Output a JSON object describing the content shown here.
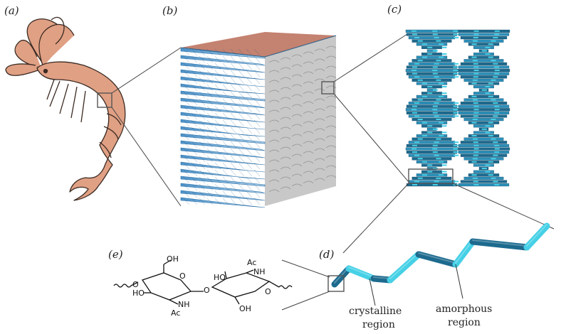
{
  "panels": {
    "a": "(a)",
    "b": "(b)",
    "c": "(c)",
    "d": "(d)",
    "e": "(e)"
  },
  "callouts": {
    "crystalline_line1": "crystalline",
    "crystalline_line2": "region",
    "amorphous_line1": "amorphous",
    "amorphous_line2": "region"
  },
  "chem_labels": {
    "oh_1": "OH",
    "ho_1": "HO",
    "o_ring_1": "O",
    "o_link_left": "O",
    "nh_1": "NH",
    "ac_1": "Ac",
    "o_bridge": "O",
    "ho_2": "HO",
    "o_ring_2": "O",
    "nh_2": "NH",
    "ac_2": "Ac",
    "oh_2": "OH"
  },
  "colors": {
    "shrimp": "#e0a084",
    "block_top": "#c48270",
    "block_side": "#c8c8c8",
    "sheet": "#3f8fc8",
    "rod_dark": "#1d6a8e",
    "rod_light": "#45d0e6",
    "zoom_box": "#555555"
  }
}
